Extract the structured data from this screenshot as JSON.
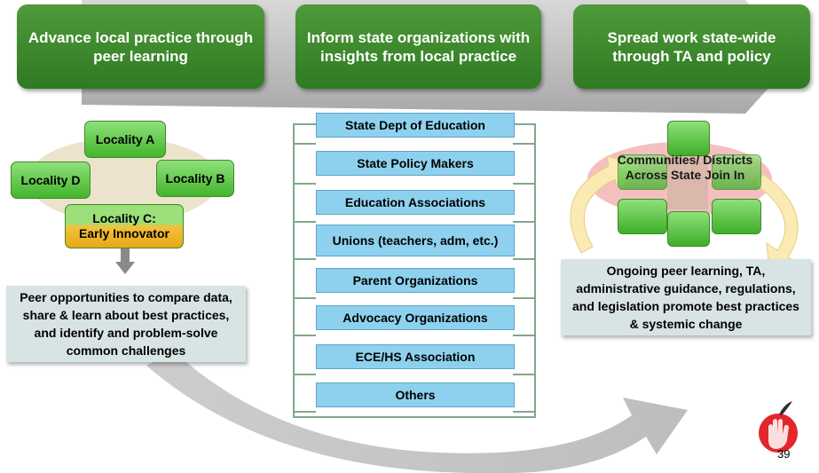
{
  "headers": {
    "left": "Advance local practice through peer learning",
    "middle": "Inform state organizations with insights from local practice",
    "right": "Spread work state-wide through TA and policy"
  },
  "localities": {
    "a": "Locality A",
    "b": "Locality B",
    "d": "Locality D",
    "c_line1": "Locality C:",
    "c_line2": "Early Innovator"
  },
  "peer_text": "Peer opportunities to compare data, share & learn about best practices, and identify and problem-solve common challenges",
  "organizations": [
    "State Dept of Education",
    "State Policy Makers",
    "Education Associations",
    "Unions (teachers, adm, etc.)",
    "Parent Organizations",
    "Advocacy Organizations",
    "ECE/HS Association",
    "Others"
  ],
  "communities_text": "Communities/ Districts Across State Join In",
  "ongoing_text": "Ongoing peer learning, TA, administrative guidance, regulations, and legislation promote best practices & systemic change",
  "page_number": "39",
  "colors": {
    "header_green": "#3d8a2e",
    "locality_green": "#5ec545",
    "innovator_gold": "#f0b530",
    "org_blue": "#8ed1ee",
    "note_gray": "#d7e4e3",
    "arrow_gray": "#c8c8c8"
  }
}
